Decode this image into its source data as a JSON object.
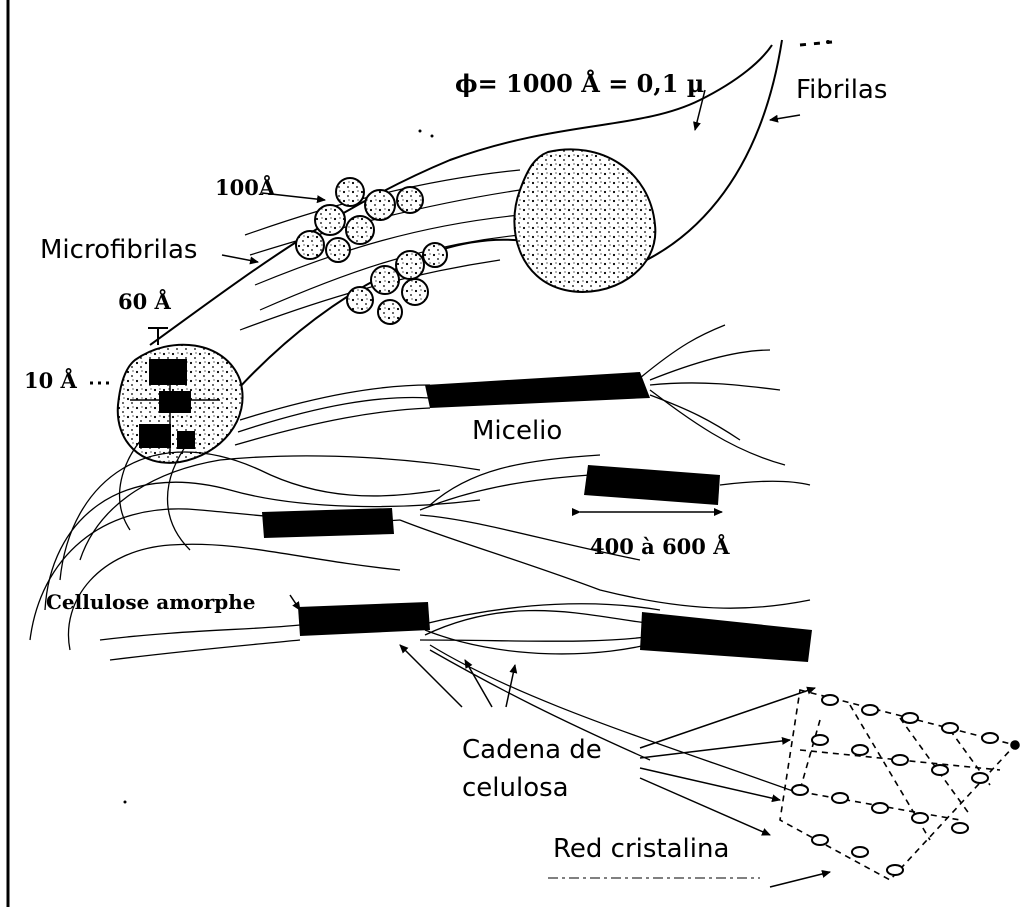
{
  "labels": {
    "diameter": "ϕ= 1000 Å = 0,1 µ",
    "fibrilas": "Fibrilas",
    "size_100": "100Å",
    "microfibrilas": "Microfibrilas",
    "size_60": "60 Å",
    "size_10": "10 Å",
    "micelio": "Micelio",
    "length_range": "400 à 600 Å",
    "cellulose_amorphe": "Cellulose amorphe",
    "cadena_line1": "Cadena de",
    "cadena_line2": "celulosa",
    "red_cristalina": "Red cristalina"
  }
}
